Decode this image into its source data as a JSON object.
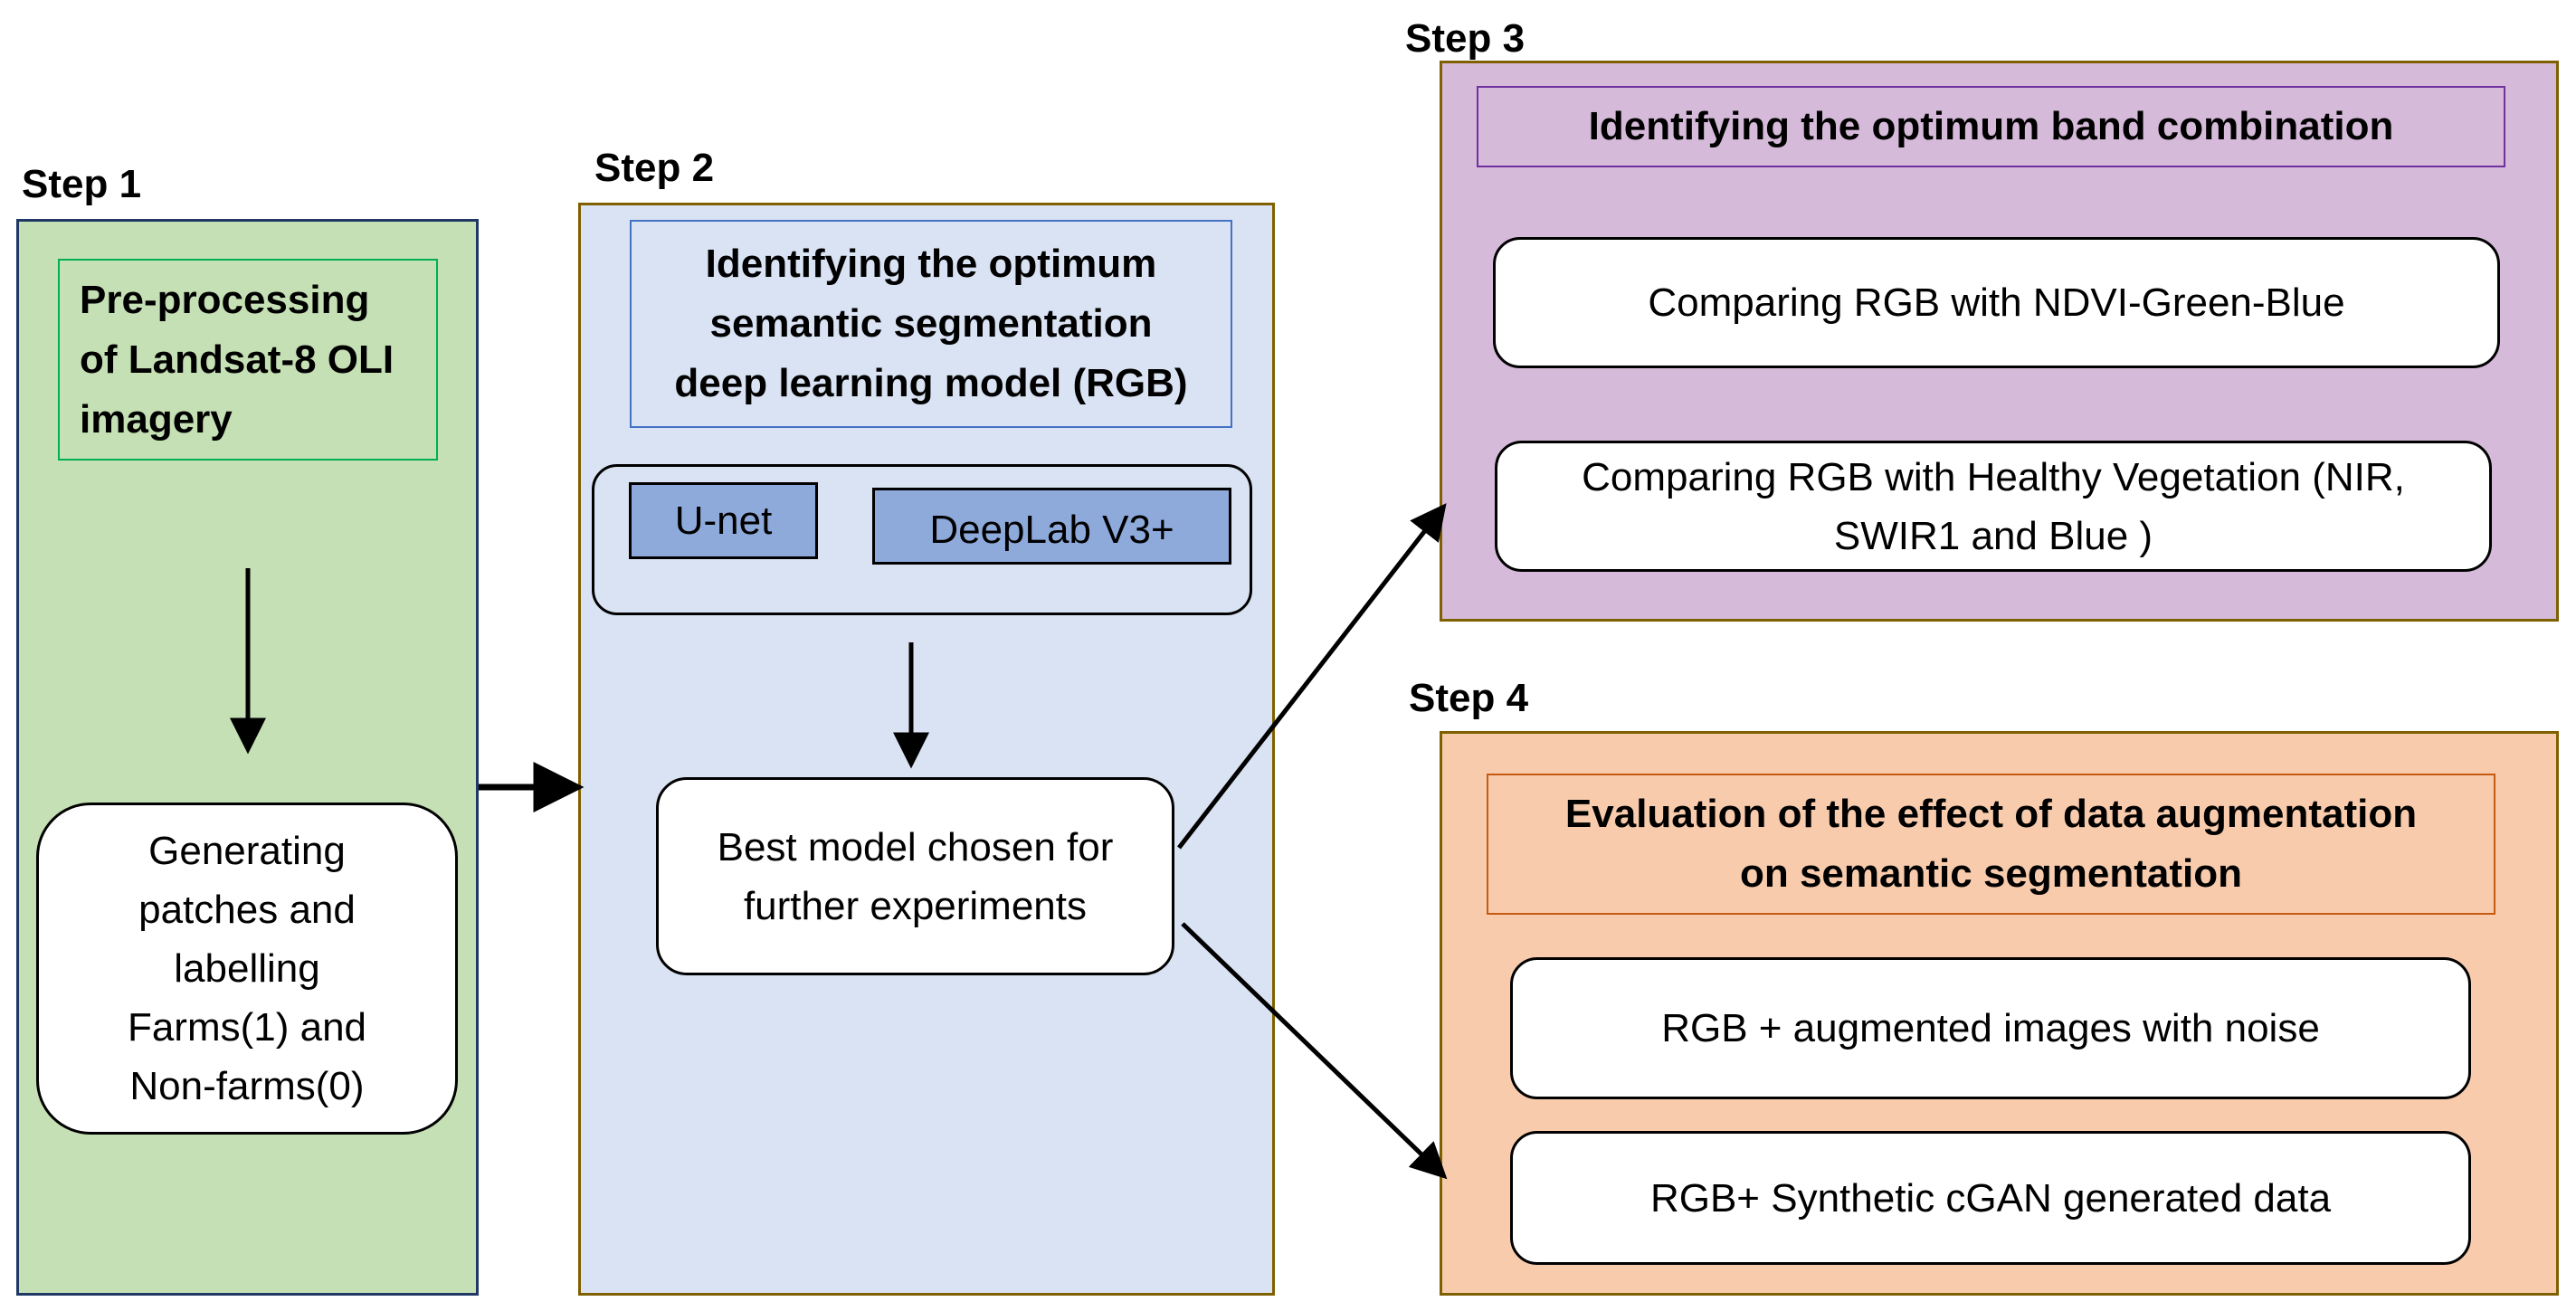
{
  "colors": {
    "step1_fill": "#c5e0b4",
    "step1_border": "#1f3864",
    "step1_title_border": "#00b050",
    "step2_fill": "#dae3f3",
    "step2_border": "#7f6000",
    "step2_title_border": "#4472c4",
    "model_fill": "#8eaadb",
    "step3_fill": "#d5bad9",
    "step3_border": "#7f6000",
    "step3_title_border": "#7030a0",
    "step4_fill": "#f8cbad",
    "step4_border": "#7f6000",
    "step4_title_border": "#c55a11"
  },
  "step1": {
    "label": "Step 1",
    "title_lines": [
      "Pre-processing",
      "of Landsat-8 OLI",
      "imagery"
    ],
    "box_lines": [
      "Generating",
      "patches and",
      "labelling",
      "Farms(1) and",
      "Non-farms(0)"
    ]
  },
  "step2": {
    "label": "Step 2",
    "title_lines": [
      "Identifying the optimum",
      "semantic segmentation",
      "deep learning model (RGB)"
    ],
    "models": [
      "U-net",
      "DeepLab V3+"
    ],
    "best_lines": [
      "Best model chosen for",
      "further experiments"
    ]
  },
  "step3": {
    "label": "Step 3",
    "title": "Identifying the optimum band combination",
    "compare1": "Comparing RGB with NDVI-Green-Blue",
    "compare2_lines": [
      "Comparing RGB with Healthy Vegetation (NIR,",
      "SWIR1 and Blue )"
    ]
  },
  "step4": {
    "label": "Step 4",
    "title_lines": [
      "Evaluation of the effect of data augmentation",
      "on semantic segmentation"
    ],
    "option1": "RGB +  augmented images with noise",
    "option2": "RGB+ Synthetic cGAN generated data"
  }
}
